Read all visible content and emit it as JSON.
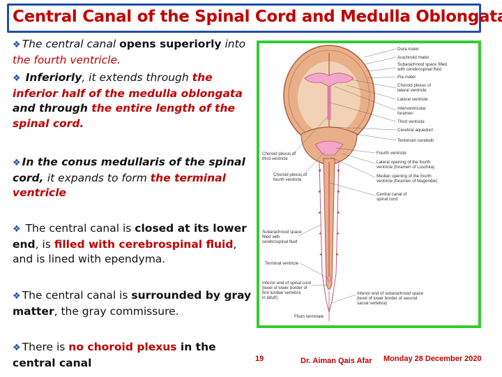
{
  "title": "Central Canal of the Spinal Cord and Medulla Oblongata",
  "bullets": [
    {
      "segments": [
        {
          "t": "The central canal ",
          "s": "i"
        },
        {
          "t": "opens superiorly",
          "s": "b"
        },
        {
          "t": " into ",
          "s": "i"
        },
        {
          "t": "the fourth ventricle",
          "s": "red i"
        },
        {
          "t": ".",
          "s": "i"
        }
      ]
    },
    {
      "segments": [
        {
          "t": " ",
          "s": ""
        },
        {
          "t": "Inferiorly",
          "s": "b i"
        },
        {
          "t": ", it extends through ",
          "s": "i"
        },
        {
          "t": "the inferior half of the medulla oblongata",
          "s": "red b i"
        },
        {
          "t": " and through ",
          "s": "b i"
        },
        {
          "t": "the entire length of the spinal cord.",
          "s": "red b i"
        }
      ]
    },
    {
      "segments": [
        {
          "t": "In the conus medullaris of the spinal cord, ",
          "s": "b i"
        },
        {
          "t": "it expands to form ",
          "s": "i"
        },
        {
          "t": "the terminal ventricle",
          "s": "red b i"
        }
      ]
    },
    {
      "segments": [
        {
          "t": " The central canal is ",
          "s": ""
        },
        {
          "t": "closed at its lower end",
          "s": "b"
        },
        {
          "t": ", is ",
          "s": ""
        },
        {
          "t": "filled with cerebrospinal fluid",
          "s": "red b"
        },
        {
          "t": ", and is lined with ependyma.",
          "s": ""
        }
      ]
    },
    {
      "segments": [
        {
          "t": "The central canal is ",
          "s": ""
        },
        {
          "t": "surrounded by gray matter",
          "s": "b"
        },
        {
          "t": ", the gray commissure.",
          "s": ""
        }
      ]
    },
    {
      "segments": [
        {
          "t": "There is ",
          "s": ""
        },
        {
          "t": "no choroid plexus",
          "s": "red b"
        },
        {
          "t": " in the central canal",
          "s": "b"
        }
      ]
    }
  ],
  "figure_labels": {
    "dura_mater": "Dura mater",
    "arachnoid_mater": "Arachnoid mater",
    "subarachnoid_space": "Subarachnoid space filled",
    "subarachnoid_space_2": "with cerebrospinal fluid",
    "pia_mater": "Pia mater",
    "choroid_lateral": "Choroid plexus of",
    "choroid_lateral_2": "lateral ventricle",
    "lateral_ventricle": "Lateral ventricle",
    "interventricular": "Interventricular",
    "interventricular_2": "foramen",
    "third_ventricle": "Third ventricle",
    "cerebral_aqueduct": "Cerebral aqueduct",
    "tentorium": "Tentorium cerebelli",
    "choroid_third": "Choroid plexus of",
    "choroid_third_2": "third ventricle",
    "fourth_ventricle": "Fourth ventricle",
    "lateral_opening": "Lateral opening of the fourth",
    "lateral_opening_2": "ventricle (foramen of Luschka)",
    "choroid_fourth": "Choroid plexus of",
    "choroid_fourth_2": "fourth ventricle",
    "median_opening": "Median opening of the fourth",
    "median_opening_2": "ventricle (foramen of Magendie)",
    "central_canal": "Central canal of",
    "central_canal_2": "spinal cord",
    "subarachnoid_filled": "Subarachnoid space",
    "subarachnoid_filled_2": "filled with",
    "subarachnoid_filled_3": "cerebrospinal fluid",
    "terminal_ventricle": "Terminal ventricle",
    "inferior_cord": "Inferior end of spinal cord",
    "inferior_cord_2": "(level of lower border of",
    "inferior_cord_3": "first lumbar vertebra",
    "inferior_cord_4": "in adult)",
    "inferior_subarachnoid": "Inferior end of subarachnoid space",
    "inferior_subarachnoid_2": "(level of lower border of second",
    "inferior_subarachnoid_3": "sacral vertebra)",
    "filum": "Filum terminale"
  },
  "footer": {
    "page_number": "19",
    "author": "Dr. Aiman Qais Afar",
    "date": "Monday 28 December 2020"
  },
  "colors": {
    "title": "#c00000",
    "title_border": "#1f4ea8",
    "figure_border": "#33cc33",
    "bullet": "#1f4ea8"
  }
}
